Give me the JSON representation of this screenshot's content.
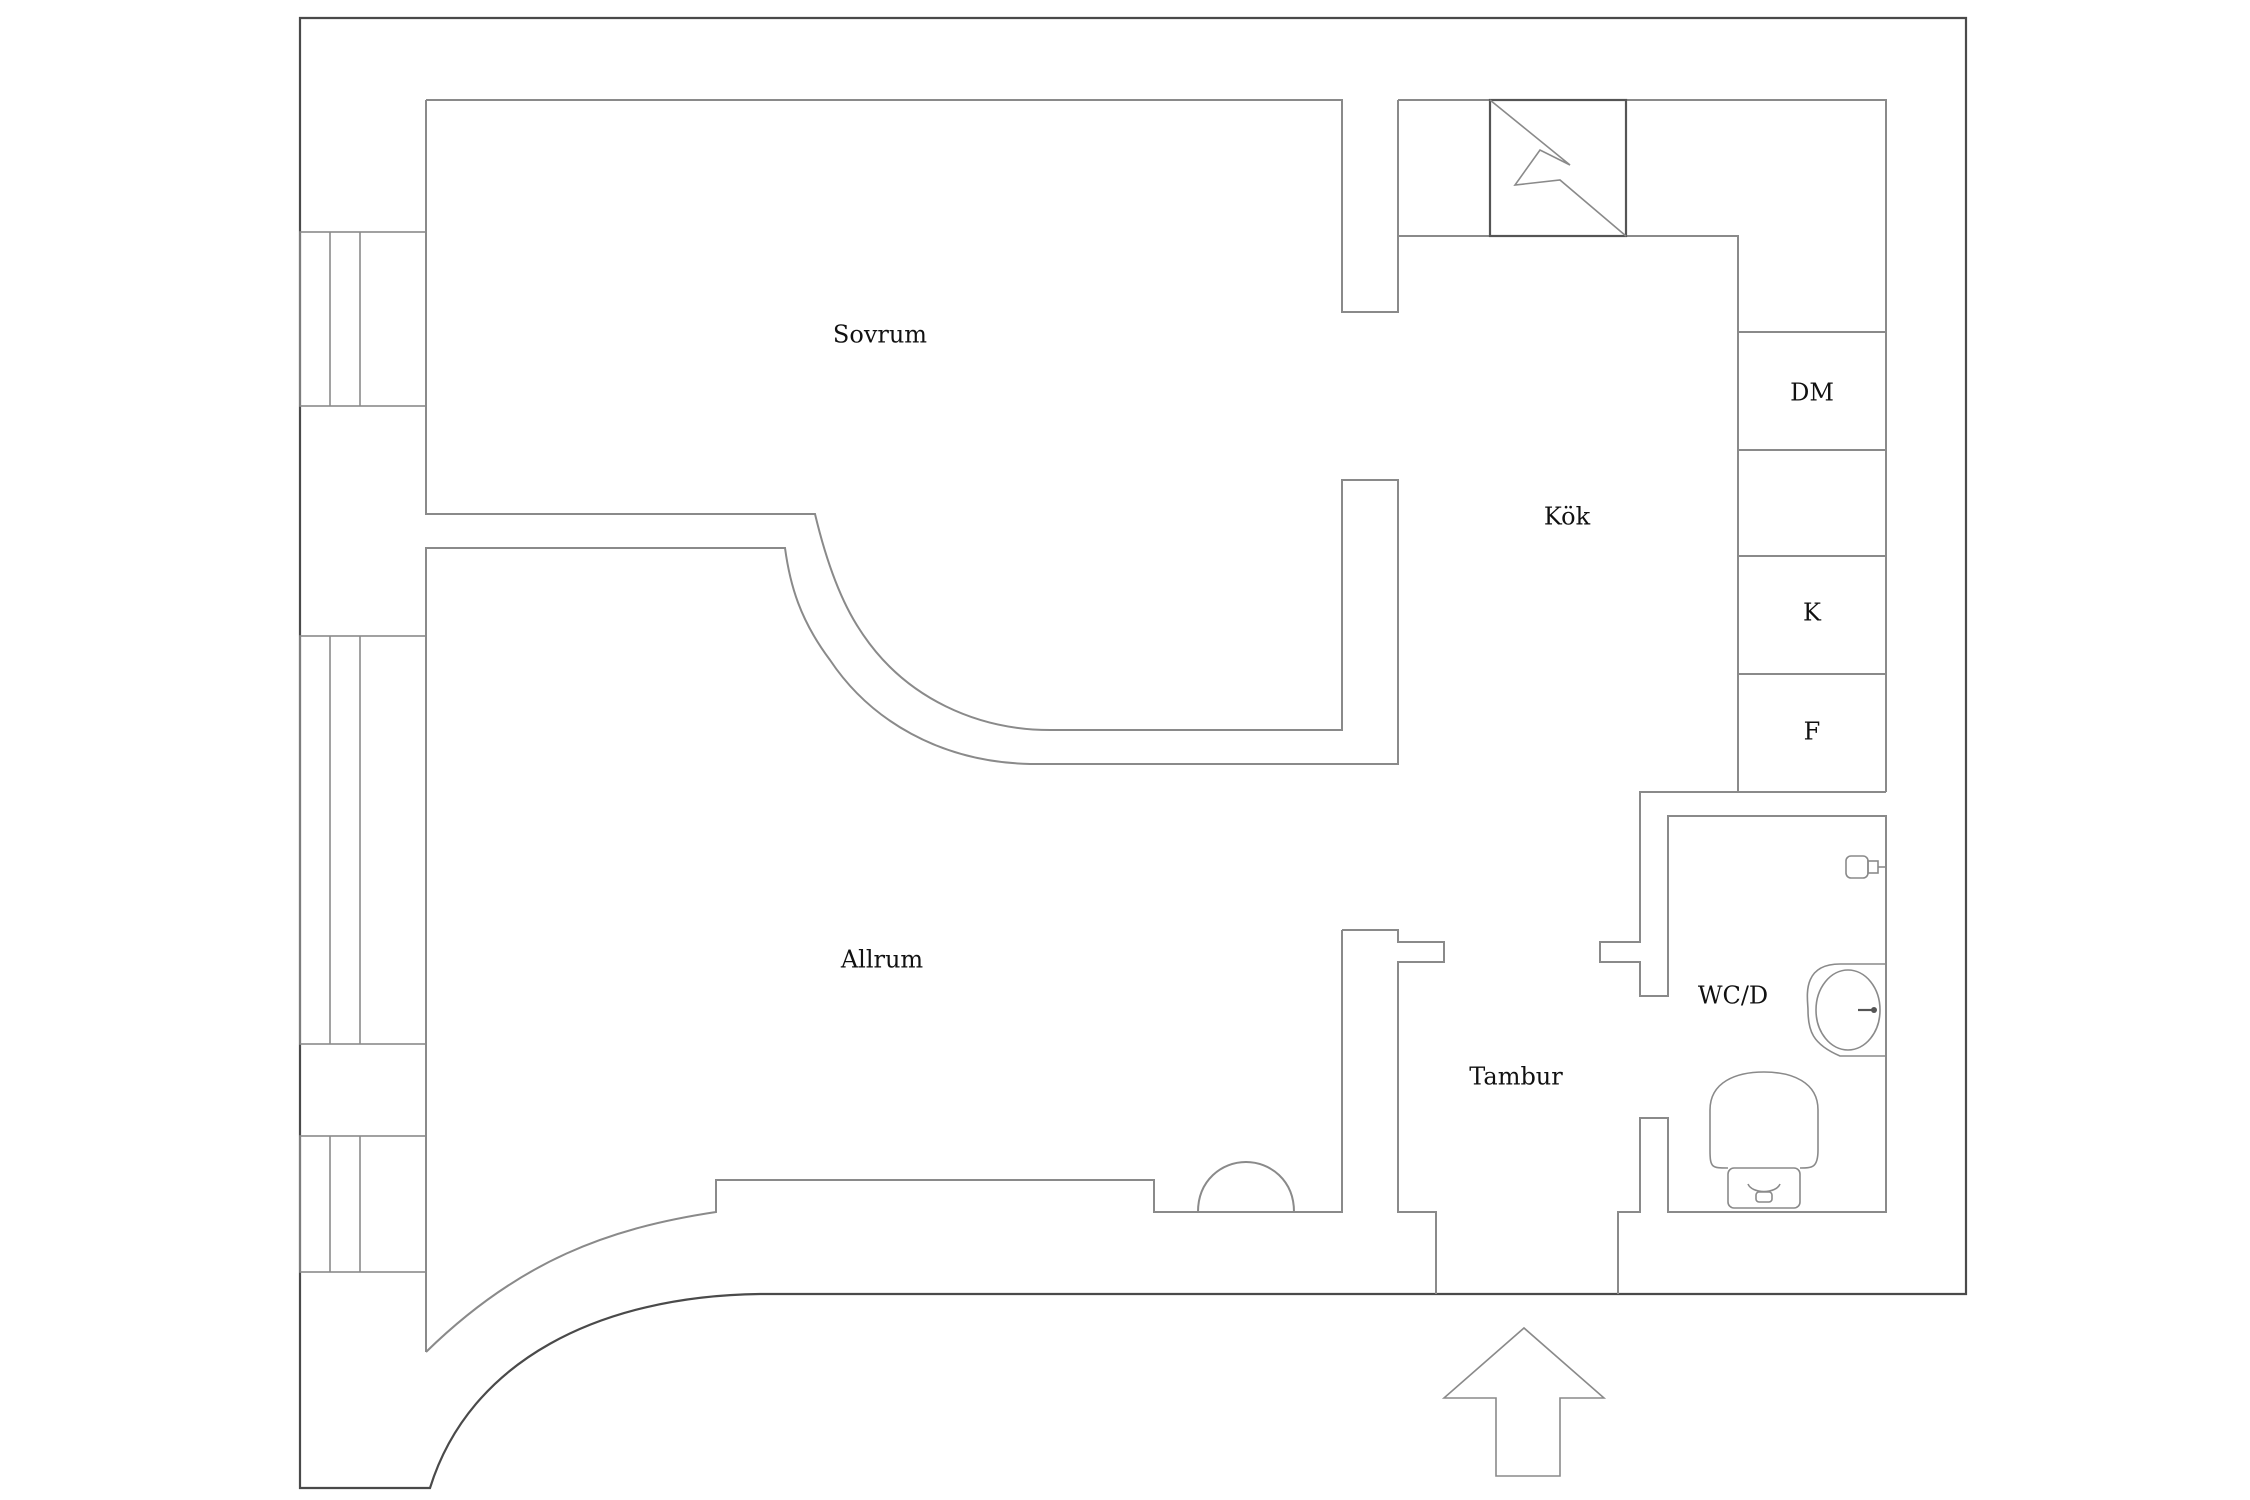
{
  "rooms": {
    "sovrum": "Sovrum",
    "kok": "Kök",
    "allrum": "Allrum",
    "tambur": "Tambur",
    "wcd": "WC/D"
  },
  "appliances": {
    "dishwasher": "DM",
    "freezer": "K",
    "fridge": "F"
  },
  "icons": [
    "chimney-icon",
    "entrance-arrow-icon",
    "toilet-icon",
    "sink-icon",
    "tap-icon"
  ],
  "colors": {
    "wall": "#8a8a8a",
    "outline": "#4a4a4a",
    "text": "#111111",
    "background": "#ffffff"
  }
}
